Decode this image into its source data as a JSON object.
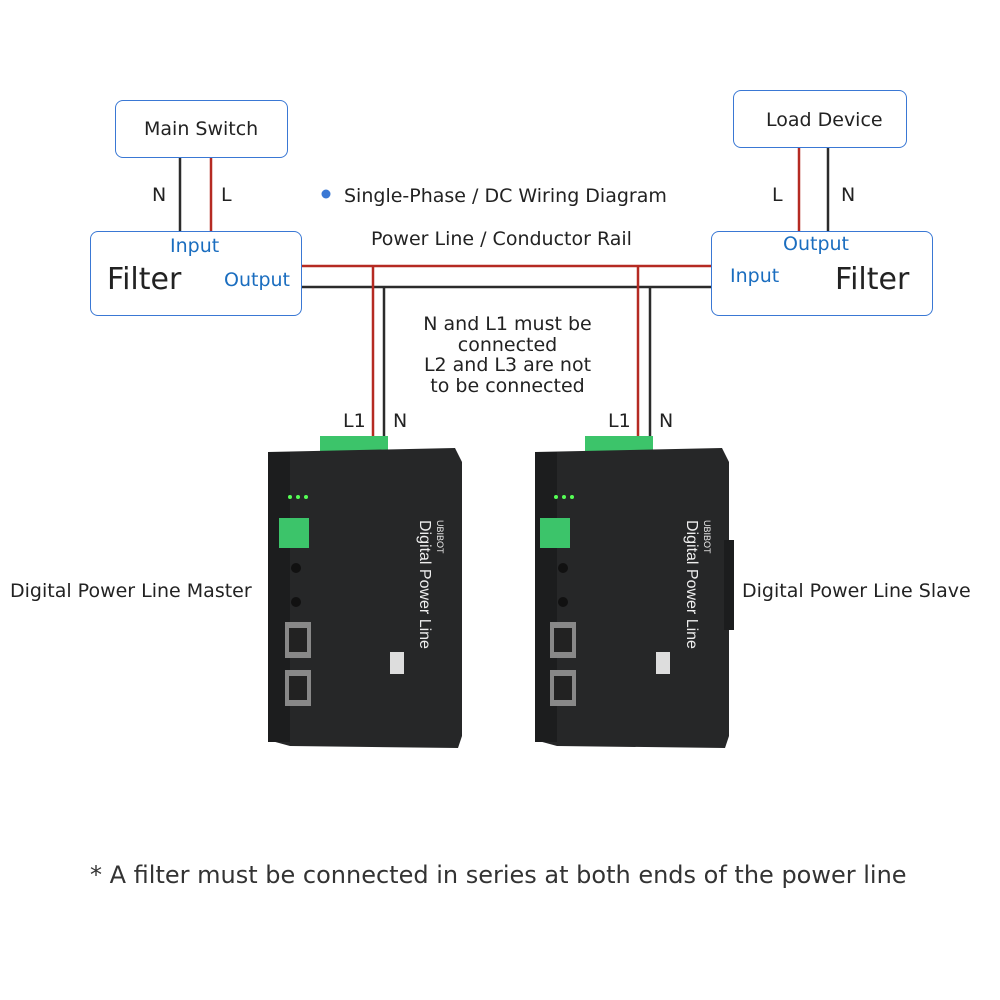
{
  "title": "Single-Phase / DC Wiring Diagram",
  "rail_label": "Power Line / Conductor Rail",
  "main_switch": {
    "label": "Main Switch",
    "n": "N",
    "l": "L"
  },
  "load_device": {
    "label": "Load Device",
    "l": "L",
    "n": "N"
  },
  "filter_left": {
    "label": "Filter",
    "input": "Input",
    "output": "Output"
  },
  "filter_right": {
    "label": "Filter",
    "input": "Input",
    "output": "Output"
  },
  "note": [
    "N and L1 must be",
    "connected",
    "L2 and L3 are not",
    "to be connected"
  ],
  "master": {
    "label": "Digital Power Line Master",
    "l1": "L1",
    "n": "N"
  },
  "slave": {
    "label": "Digital Power Line Slave",
    "l1": "L1",
    "n": "N"
  },
  "device_brand": "UBIBOT",
  "device_name": "Digital Power Line",
  "footnote": "* A filter must be connected in series at both ends of the power line",
  "colors": {
    "live": "#b52a22",
    "neutral": "#2b2b2b",
    "accent": "#1a6dbf",
    "device": "#262728",
    "terminal": "#3cc46a"
  }
}
